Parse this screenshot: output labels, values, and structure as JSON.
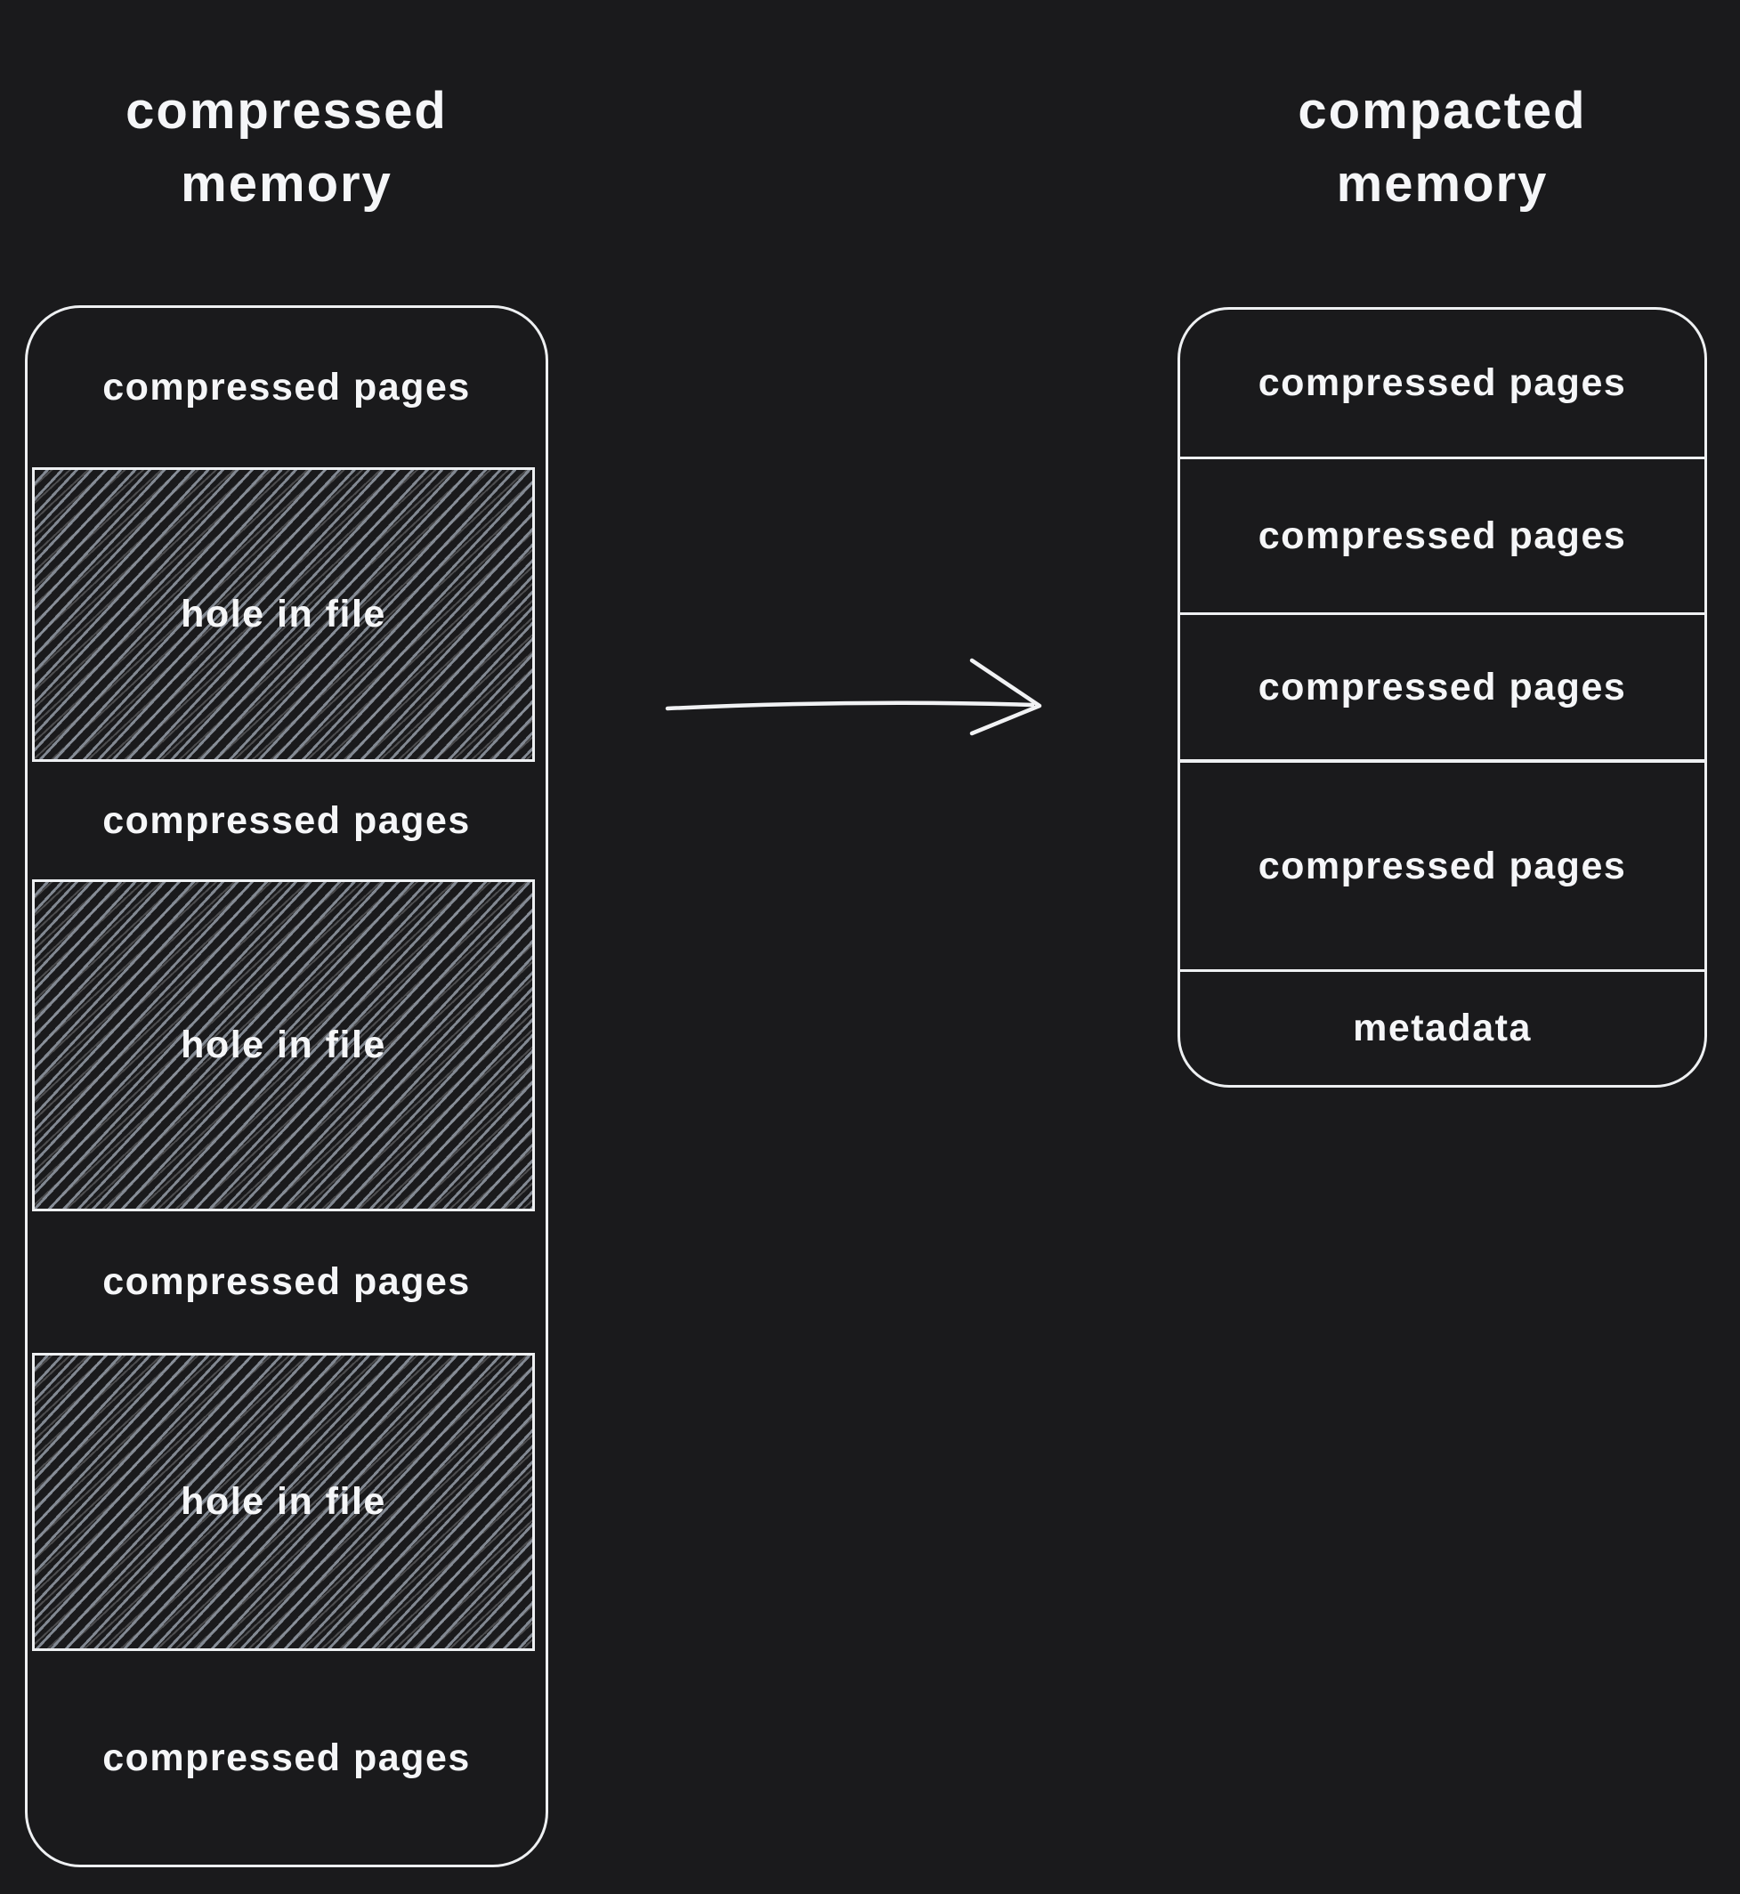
{
  "diagram": {
    "background_color": "#1a1a1c",
    "stroke_color": "#eef0f2",
    "hatch_color": "#949ca7",
    "text_color": "#f5f6f8"
  },
  "left": {
    "title_lines": [
      "compressed",
      "memory"
    ],
    "sections": [
      {
        "kind": "pages",
        "label": "compressed pages"
      },
      {
        "kind": "hole",
        "label": "hole in file"
      },
      {
        "kind": "pages",
        "label": "compressed pages"
      },
      {
        "kind": "hole",
        "label": "hole in file"
      },
      {
        "kind": "pages",
        "label": "compressed pages"
      },
      {
        "kind": "hole",
        "label": "hole in file"
      },
      {
        "kind": "pages",
        "label": "compressed pages"
      }
    ]
  },
  "right": {
    "title_lines": [
      "compacted",
      "memory"
    ],
    "sections": [
      {
        "kind": "pages",
        "label": "compressed pages"
      },
      {
        "kind": "pages",
        "label": "compressed pages"
      },
      {
        "kind": "pages",
        "label": "compressed pages"
      },
      {
        "kind": "pages",
        "label": "compressed pages"
      },
      {
        "kind": "meta",
        "label": "metadata"
      }
    ]
  },
  "arrow": {
    "direction": "right"
  }
}
